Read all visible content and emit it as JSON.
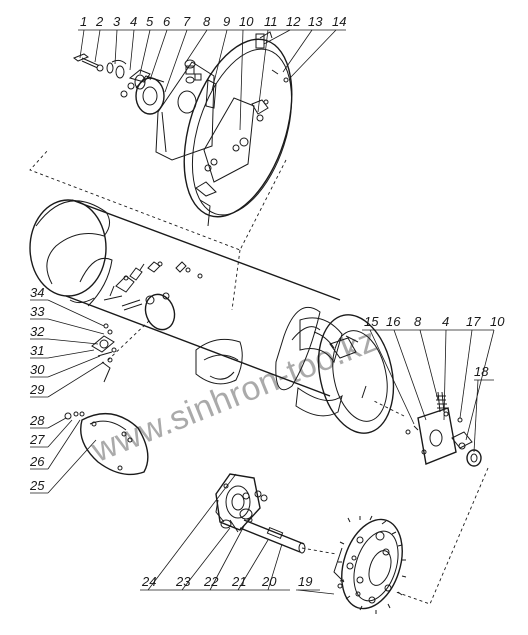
{
  "watermark": "www.sinhron-too.kz",
  "callouts_top": [
    "1",
    "2",
    "3",
    "4",
    "5",
    "6",
    "7",
    "8",
    "9",
    "10",
    "11",
    "12",
    "13",
    "14"
  ],
  "callouts_right": [
    "15",
    "16",
    "8",
    "4",
    "17",
    "10",
    "18"
  ],
  "callouts_left": [
    "34",
    "33",
    "32",
    "31",
    "30",
    "29",
    "28",
    "27",
    "26",
    "25"
  ],
  "callouts_bottom": [
    "24",
    "23",
    "22",
    "21",
    "20",
    "19"
  ]
}
